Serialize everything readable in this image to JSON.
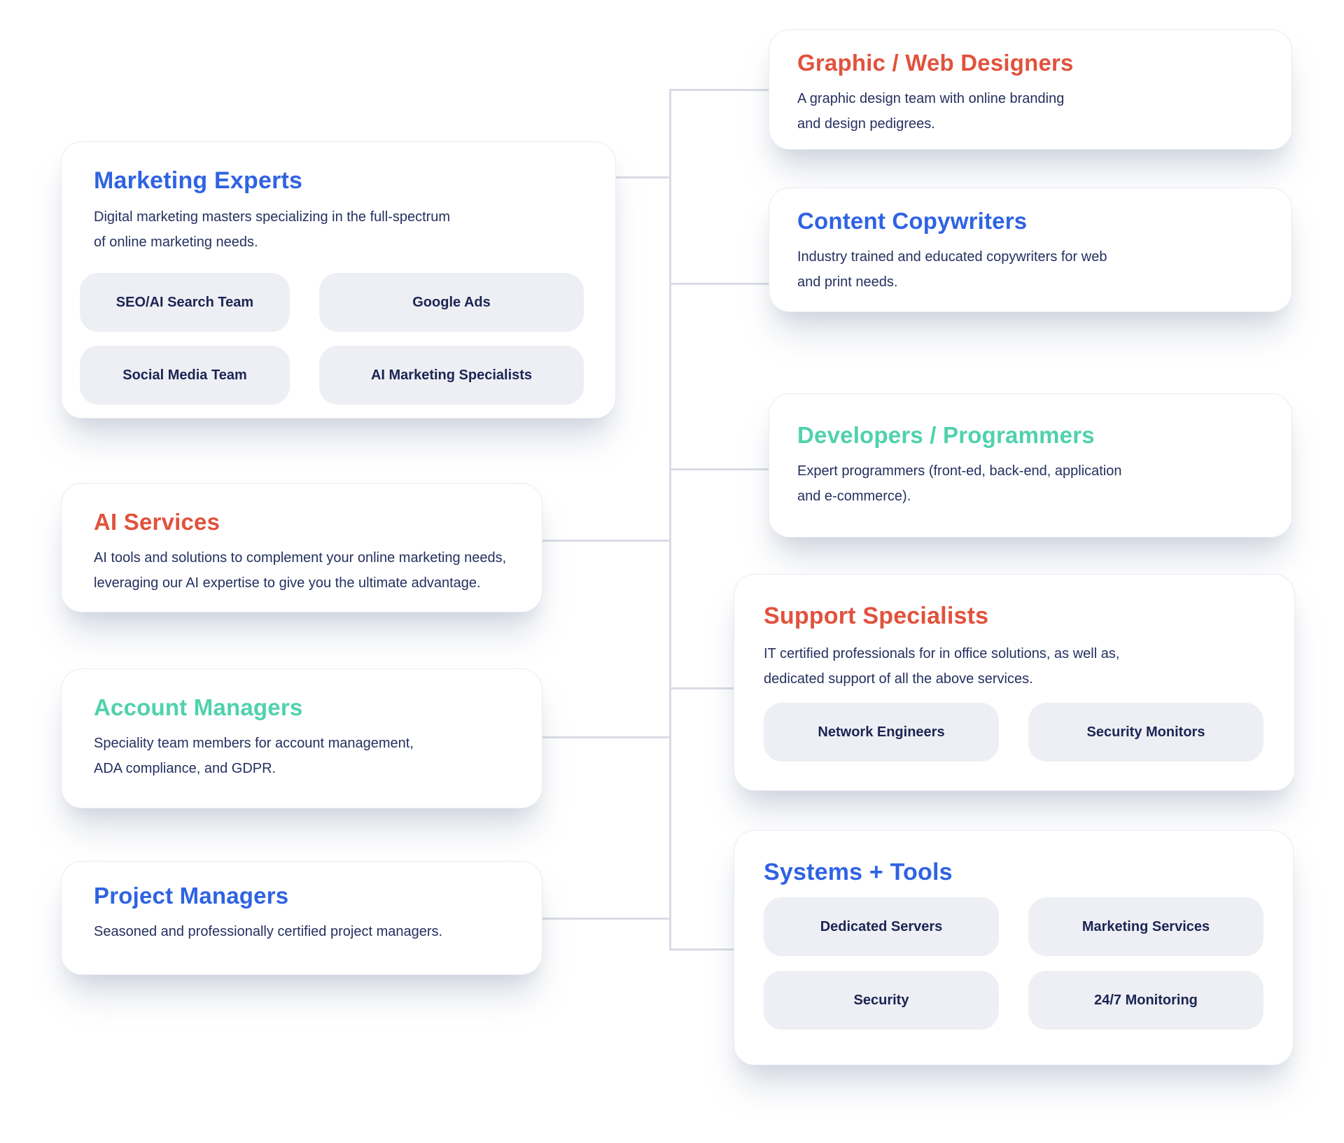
{
  "colors": {
    "title_blue": "#2f63e3",
    "title_red": "#e1523d",
    "title_teal": "#4fd2ac",
    "body_navy": "#25305f",
    "pill_background": "#edeff4",
    "pill_text": "#1c2453",
    "connector_line": "#d9dce5",
    "card_background": "#ffffff"
  },
  "cards": {
    "marketing": {
      "title": "Marketing Experts",
      "body": [
        "Digital marketing masters specializing in the full-spectrum",
        "of online marketing needs."
      ],
      "pills": [
        "SEO/AI Search Team",
        "Google Ads",
        "Social Media Team",
        "AI Marketing Specialists"
      ]
    },
    "ai": {
      "title": "AI Services",
      "body": [
        "AI tools and solutions to complement your online marketing needs,",
        "leveraging our AI expertise to give you the ultimate advantage."
      ]
    },
    "account": {
      "title": "Account Managers",
      "body": [
        "Speciality team members for account management,",
        "ADA compliance, and GDPR."
      ]
    },
    "project": {
      "title": "Project Managers",
      "body": [
        "Seasoned and professionally certified project managers."
      ]
    },
    "graphic": {
      "title": "Graphic / Web Designers",
      "body": [
        "A graphic design team with online branding",
        "and design pedigrees."
      ]
    },
    "content": {
      "title": "Content Copywriters",
      "body": [
        "Industry trained and educated copywriters for web",
        "and print needs."
      ]
    },
    "developers": {
      "title": "Developers / Programmers",
      "body": [
        "Expert programmers (front-ed, back-end, application",
        "and e-commerce)."
      ]
    },
    "support": {
      "title": "Support Specialists",
      "body": [
        "IT certified professionals for in office solutions, as well as,",
        "dedicated support of all the above services."
      ],
      "pills": [
        "Network Engineers",
        "Security Monitors"
      ]
    },
    "systems": {
      "title": "Systems + Tools",
      "pills": [
        "Dedicated Servers",
        "Marketing Services",
        "Security",
        "24/7 Monitoring"
      ]
    }
  }
}
